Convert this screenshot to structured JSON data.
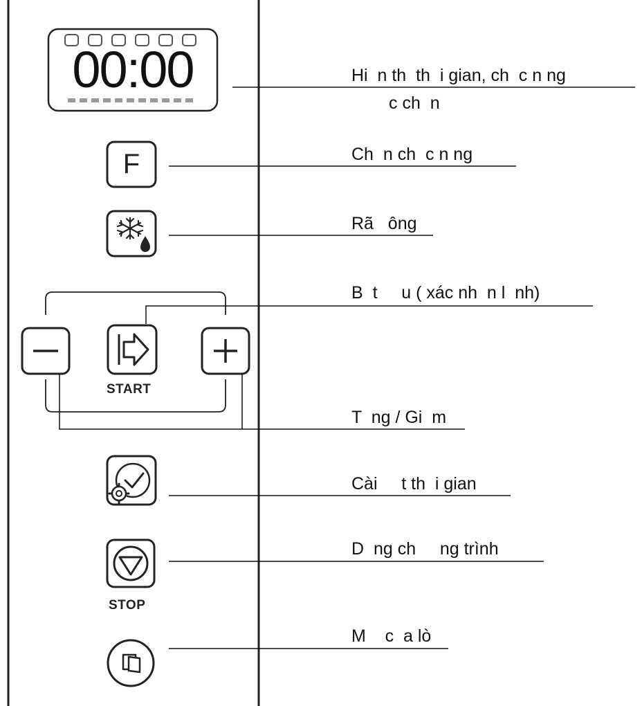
{
  "display": {
    "time": "00:00"
  },
  "buttons": {
    "function_glyph": "F",
    "start_label": "START",
    "stop_label": "STOP",
    "minus_glyph": "−",
    "plus_glyph": "+"
  },
  "callouts": [
    {
      "key": "display",
      "line1": "Hi  n th  th  i gian, ch  c n ng",
      "line2": "c ch  n"
    },
    {
      "key": "function",
      "line1": "Ch  n ch  c n ng"
    },
    {
      "key": "defrost",
      "line1": "Rã   ông"
    },
    {
      "key": "start",
      "line1": "B  t     u ( xác nh  n l  nh)"
    },
    {
      "key": "plus_minus",
      "line1": "T  ng / Gi  m"
    },
    {
      "key": "clock",
      "line1": "Cài     t th  i gian"
    },
    {
      "key": "stop",
      "line1": "D  ng ch     ng trình"
    },
    {
      "key": "door",
      "line1": "M    c  a lò"
    }
  ],
  "icons": {
    "defrost": "snowflake-droplet-icon",
    "start": "start-arrow-icon",
    "clock": "gear-clock-icon",
    "stop": "stop-triangle-icon",
    "door": "door-open-icon"
  }
}
